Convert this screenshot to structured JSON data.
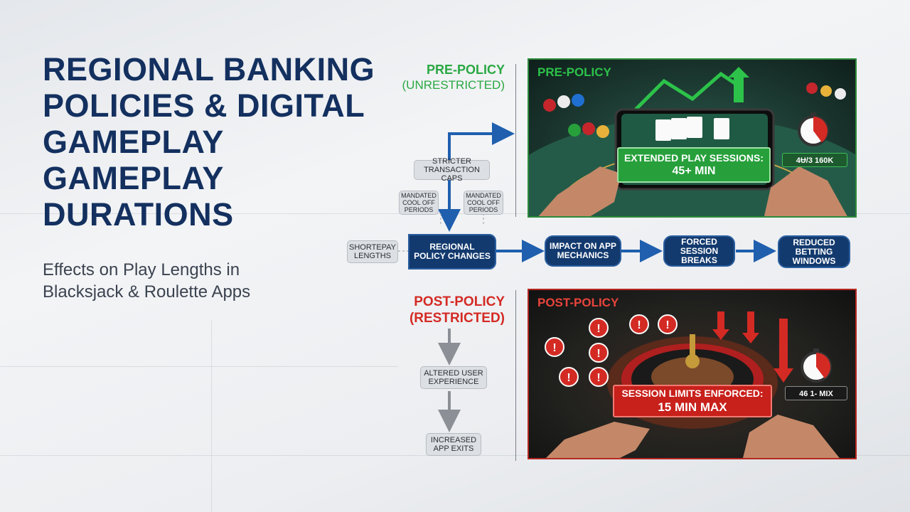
{
  "title": {
    "line1": "REGIONAL BANKING",
    "line2": "POLICIES & DIGITAL",
    "line3": "GAMEPLAY",
    "line4": "GAMEPLAY",
    "line5": "DURATIONS"
  },
  "subtitle": {
    "line1": "Effects on Play Lengths in",
    "line2": "Blacksjack & Roulette Apps"
  },
  "pre_policy": {
    "label_line1": "PRE-POLICY",
    "label_line2": "(UNRESTRICTED)",
    "panel_label": "PRE-POLICY",
    "banner_line1": "EXTENDED PLAY SESSIONS:",
    "banner_line2": "45+ MIN",
    "timer_tag": "4Ʉ/3 160K"
  },
  "post_policy": {
    "label_line1": "POST-POLICY",
    "label_line2": "(RESTRICTED)",
    "panel_label": "POST-POLICY",
    "banner_line1": "SESSION LIMITS ENFORCED:",
    "banner_line2": "15 MIN MAX",
    "timer_tag": "46 1- MIX"
  },
  "grey_boxes": {
    "stricter_line1": "STRICTER",
    "stricter_line2": "TRANSACTION CAPS",
    "cooloff_a_line1": "MANDATED",
    "cooloff_a_line2": "COOL OFF",
    "cooloff_a_line3": "PERIODS",
    "cooloff_b_line1": "MANDATED",
    "cooloff_b_line2": "COOL OFF",
    "cooloff_b_line3": "PERIODS",
    "shorter_line1": "SHORTEPAY",
    "shorter_line2": "LENGTHS",
    "altered_line1": "ALTERED USER",
    "altered_line2": "EXPERIENCE",
    "exits_line1": "INCREASED",
    "exits_line2": "APP EXITS"
  },
  "flow": {
    "regional_line1": "REGIONAL",
    "regional_line2": "POLICY CHANGES",
    "impact_line1": "IMPACT ON APP",
    "impact_line2": "MECHANICS",
    "forced_line1": "FORCED",
    "forced_line2": "SESSION",
    "forced_line3": "BREAKS",
    "reduced_line1": "REDUCED",
    "reduced_line2": "BETTING",
    "reduced_line3": "WINDOWS"
  },
  "colors": {
    "navy": "#13305f",
    "green": "#2aa843",
    "red": "#d42a24",
    "flow_blue": "#1f5fae"
  }
}
